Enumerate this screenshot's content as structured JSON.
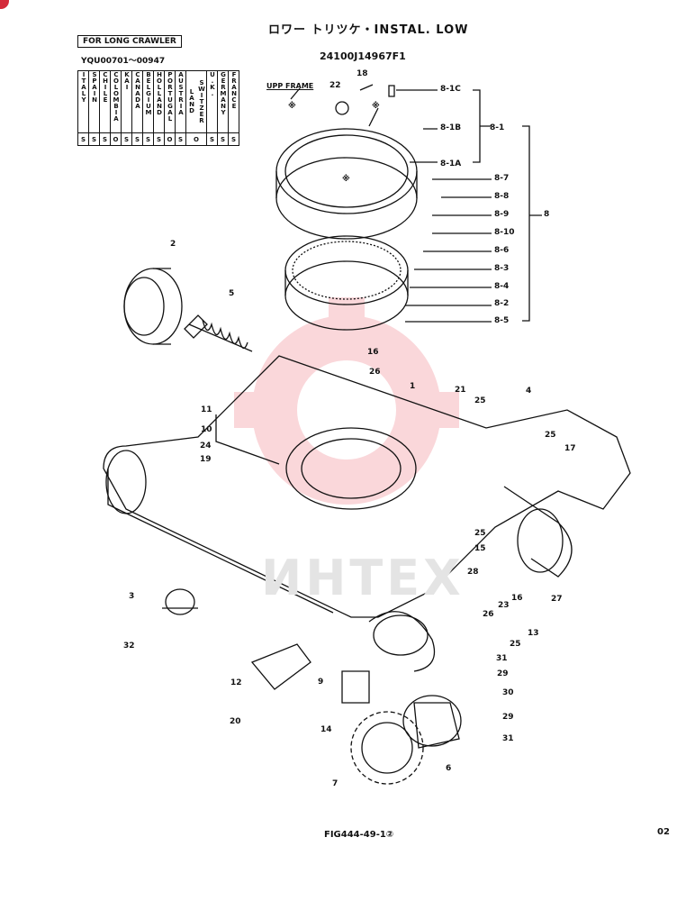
{
  "header": {
    "title": "ロワー トリツケ・INSTAL. LOW",
    "part_number": "24100J14967F1",
    "note": "FOR LONG CRAWLER",
    "serial_range": "YQU00701～00947",
    "countries": [
      {
        "name": "ITALY",
        "code": "S"
      },
      {
        "name": "SPAIN",
        "code": "S"
      },
      {
        "name": "CHILE",
        "code": "S"
      },
      {
        "name": "COLOMBIA",
        "code": "O"
      },
      {
        "name": "KAI",
        "code": "S"
      },
      {
        "name": "CANADA",
        "code": "S"
      },
      {
        "name": "BELGIUM",
        "code": "S"
      },
      {
        "name": "HOLLAND",
        "code": "S"
      },
      {
        "name": "PORTUGAL",
        "code": "O"
      },
      {
        "name": "AUSTRIA",
        "code": "S"
      },
      {
        "name": "SWITZER LAND",
        "code": "O"
      },
      {
        "name": "U.K.",
        "code": "S"
      },
      {
        "name": "GERMANY",
        "code": "S"
      },
      {
        "name": "FRANCE",
        "code": "S"
      }
    ]
  },
  "labels": {
    "upp_frame": "UPP FRAME",
    "asterisk": "※"
  },
  "callouts": [
    {
      "id": "8-1C"
    },
    {
      "id": "8-1B"
    },
    {
      "id": "8-1"
    },
    {
      "id": "8-1A"
    },
    {
      "id": "8-7"
    },
    {
      "id": "8-8"
    },
    {
      "id": "8-9"
    },
    {
      "id": "8"
    },
    {
      "id": "8-10"
    },
    {
      "id": "8-6"
    },
    {
      "id": "8-3"
    },
    {
      "id": "8-4"
    },
    {
      "id": "8-2"
    },
    {
      "id": "8-5"
    },
    {
      "id": "18"
    },
    {
      "id": "22"
    },
    {
      "id": "2"
    },
    {
      "id": "5"
    },
    {
      "id": "16"
    },
    {
      "id": "26"
    },
    {
      "id": "1"
    },
    {
      "id": "21"
    },
    {
      "id": "25"
    },
    {
      "id": "4"
    },
    {
      "id": "25"
    },
    {
      "id": "17"
    },
    {
      "id": "11"
    },
    {
      "id": "10"
    },
    {
      "id": "24"
    },
    {
      "id": "19"
    },
    {
      "id": "25"
    },
    {
      "id": "15"
    },
    {
      "id": "28"
    },
    {
      "id": "16"
    },
    {
      "id": "23"
    },
    {
      "id": "26"
    },
    {
      "id": "13"
    },
    {
      "id": "25"
    },
    {
      "id": "27"
    },
    {
      "id": "3"
    },
    {
      "id": "32"
    },
    {
      "id": "12"
    },
    {
      "id": "20"
    },
    {
      "id": "9"
    },
    {
      "id": "31"
    },
    {
      "id": "29"
    },
    {
      "id": "30"
    },
    {
      "id": "29"
    },
    {
      "id": "31"
    },
    {
      "id": "14"
    },
    {
      "id": "6"
    },
    {
      "id": "7"
    }
  ],
  "footer": {
    "figure": "FIG444-49-1②",
    "page": "02"
  },
  "watermark": "ИНТЕХ",
  "colors": {
    "ink": "#111111",
    "watermark": "#f2a7ad",
    "accent": "#d42a3a"
  }
}
